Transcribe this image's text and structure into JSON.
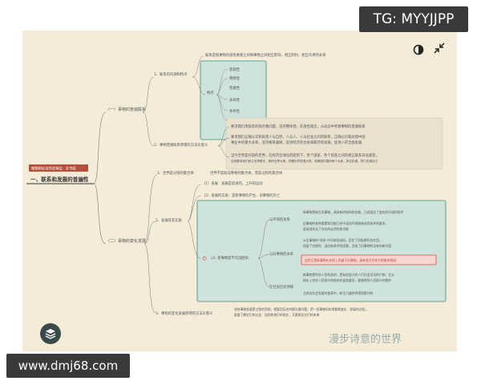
{
  "watermarks": {
    "top": "TG: MYYJJPP",
    "bottom": "www.dmj68.com",
    "center": "漫步诗意的世界"
  },
  "toolbar": {
    "theme_icon": "half-circle-theme-icon",
    "collapse_icon": "collapse-arrows-icon",
    "layers_icon": "layers-icon"
  },
  "mindmap": {
    "root_tag": "唯物辩证法的总特征 · 全书组",
    "root_title": "一、联系和发展的普遍性",
    "branch1": {
      "label": "（一）事物的普遍联系",
      "node1": "1、联系的内涵和特点",
      "node1_def": "联系是指事物内部各要素之间和事物之间相互影响、相互制约、相互作用的关系",
      "traits_label": "特点",
      "traits": [
        "客观性",
        "普遍性",
        "多样性",
        "条件性"
      ],
      "traits_extra": "特殊性",
      "node2": "2、事物普遍联系原理的方法论意义",
      "m1": "要求我们用联系的观点看问题，坚持整体性、开放性观念，从动态中考察事物的普遍联系",
      "m2a": "要求我们正确认识和处理人与自然、人与人、人与社会之间的联系，正确认识和处理中国",
      "m2b": "事业中的重大关系，坚持统筹兼顾，促进经济社会协调和持续发展，促进人的全面发展",
      "m3a": "当今世界是开放的世界，在经济全球化的趋势下，各个国家、各个民族之间的相互联系日益紧密，",
      "m3b": "这就要求我们树立世界眼光，胸怀世界大局，把握世界发展大势，统筹国内国际两个大局，抓住机遇，努力发展自己"
    },
    "branch2": {
      "label": "（二）事物的变化发展",
      "n1": "1、世界是过程的集合体",
      "n1_def": "世界不是既成事物的集合体，而是过程的集合体",
      "n2": "2、发展及其实质",
      "n2_1": "（1）发展",
      "n2_1_def": "发展是前进的、上升的运动",
      "n2_2": "（2）发展的实质：是新事物的产生、旧事物的灭亡",
      "n2_3": "（3）新事物是不可战胜的",
      "env": "与环境的关系",
      "env_def": "新事物是新生的事物，具有新的结构和功能，已经适应了变化的环境和条件",
      "old1": "旧事物的各种要素和功能已经不适应环境和新成熟条件的要求，",
      "old2": "逐渐地失去了存在的必然性和功能",
      "inside": "与旧事物的关系",
      "in1": "从旧事物的\"母体\"中孕育而成的，否定了消极腐朽的东西，",
      "in2": "保留了合理的、适应新条件的因素，添加了旧事物所没有的新内容",
      "in_hl": "这些正是新事物在本质上优越于旧事物，具有强大生命力的根本原因",
      "society": "在社会历史领域",
      "s1": "新事物是符合人民利益的，是有创造力的人们社会活动的产物，它从",
      "s2": "根本上符合人民群众的根本利益和要求，能够得到人民群众的拥护",
      "s3": "尤其在社会发展的变革中，新生力量终将得到胜利的",
      "n3": "3、事物的变化发展原理的方法论意义",
      "n3_a": "坚持事物发展是过程的思想，就要用历史的眼光看问题，把一切事物如实地看做变化、发展的过程，",
      "n3_b": "既要了解它们的过去、现状和他们的现在，又要预见它们的未来"
    }
  },
  "colors": {
    "canvas": "#f4ecd9",
    "box_fill": "#cfe3dd",
    "box_stroke": "#3a8a80",
    "highlight": "#d94c4c",
    "root_tag": "#b6503a"
  }
}
